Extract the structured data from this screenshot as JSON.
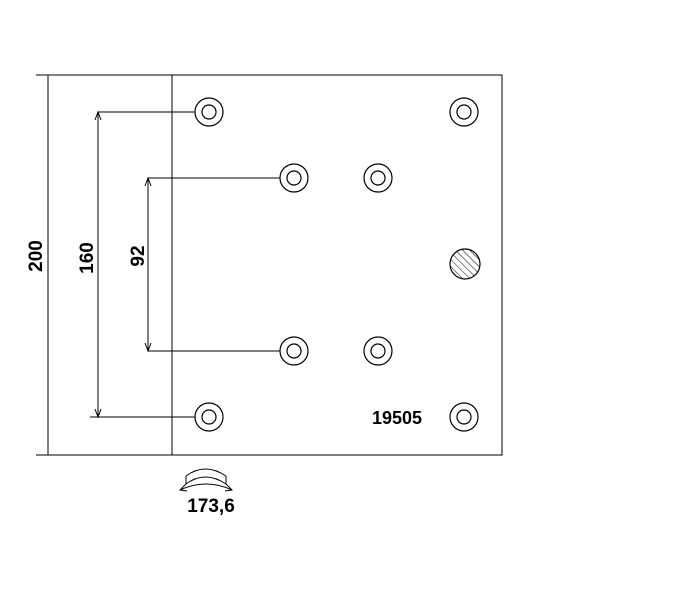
{
  "drawing": {
    "dimensions": {
      "total_height": "200",
      "outer_hole_spacing": "160",
      "inner_hole_spacing": "92",
      "arc_width": "173,6"
    },
    "part_number": "19505",
    "holes": {
      "rivet_count": 8,
      "hatched_pin_count": 1
    }
  }
}
